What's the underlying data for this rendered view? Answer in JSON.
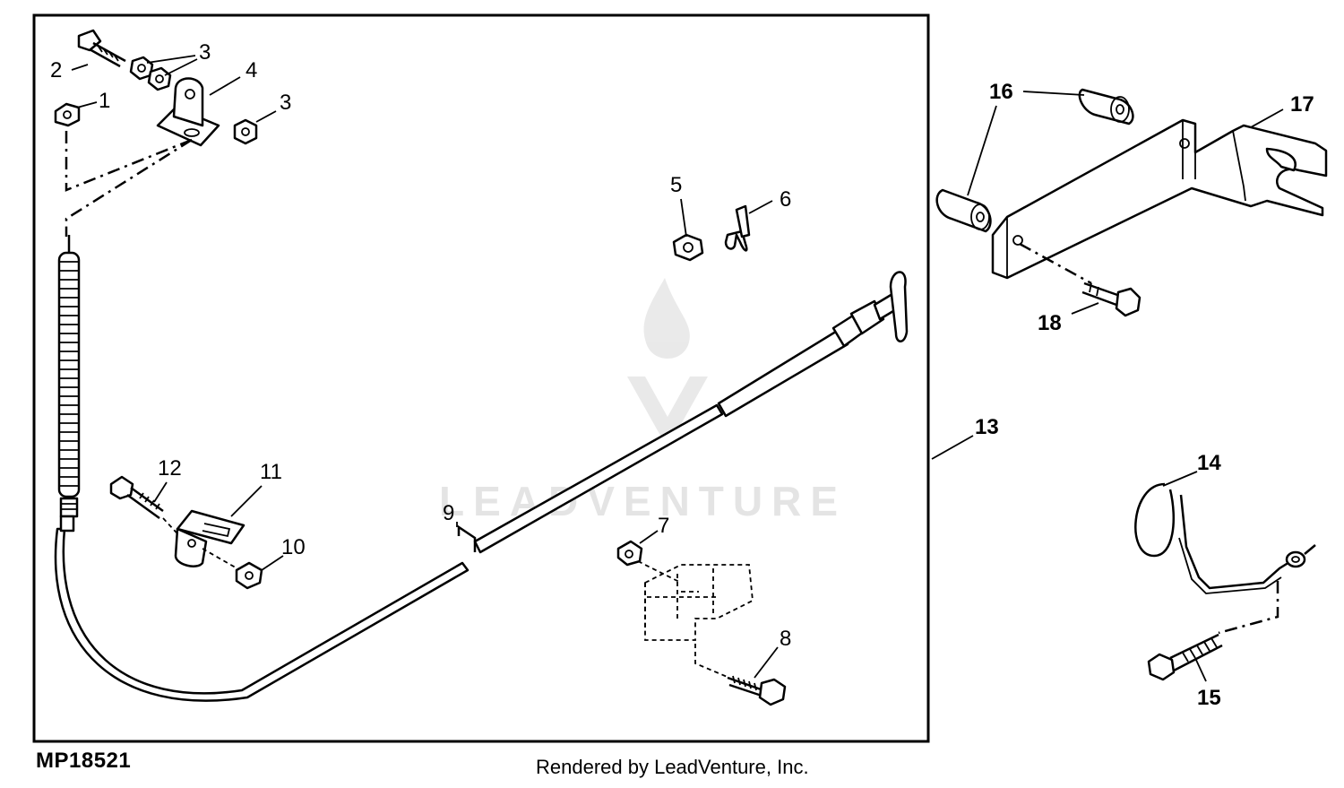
{
  "figure_id": "MP18521",
  "credit": "Rendered by LeadVenture, Inc.",
  "watermark": "LEADVENTURE",
  "callouts": {
    "c1": "1",
    "c2": "2",
    "c3a": "3",
    "c3b": "3",
    "c4": "4",
    "c5": "5",
    "c6": "6",
    "c7": "7",
    "c8": "8",
    "c9": "9",
    "c10": "10",
    "c11": "11",
    "c12": "12",
    "c13": "13",
    "c14": "14",
    "c15": "15",
    "c16": "16",
    "c17": "17",
    "c18": "18"
  },
  "colors": {
    "ink": "#000000",
    "paper": "#ffffff",
    "watermark": "#cfcfcf"
  }
}
